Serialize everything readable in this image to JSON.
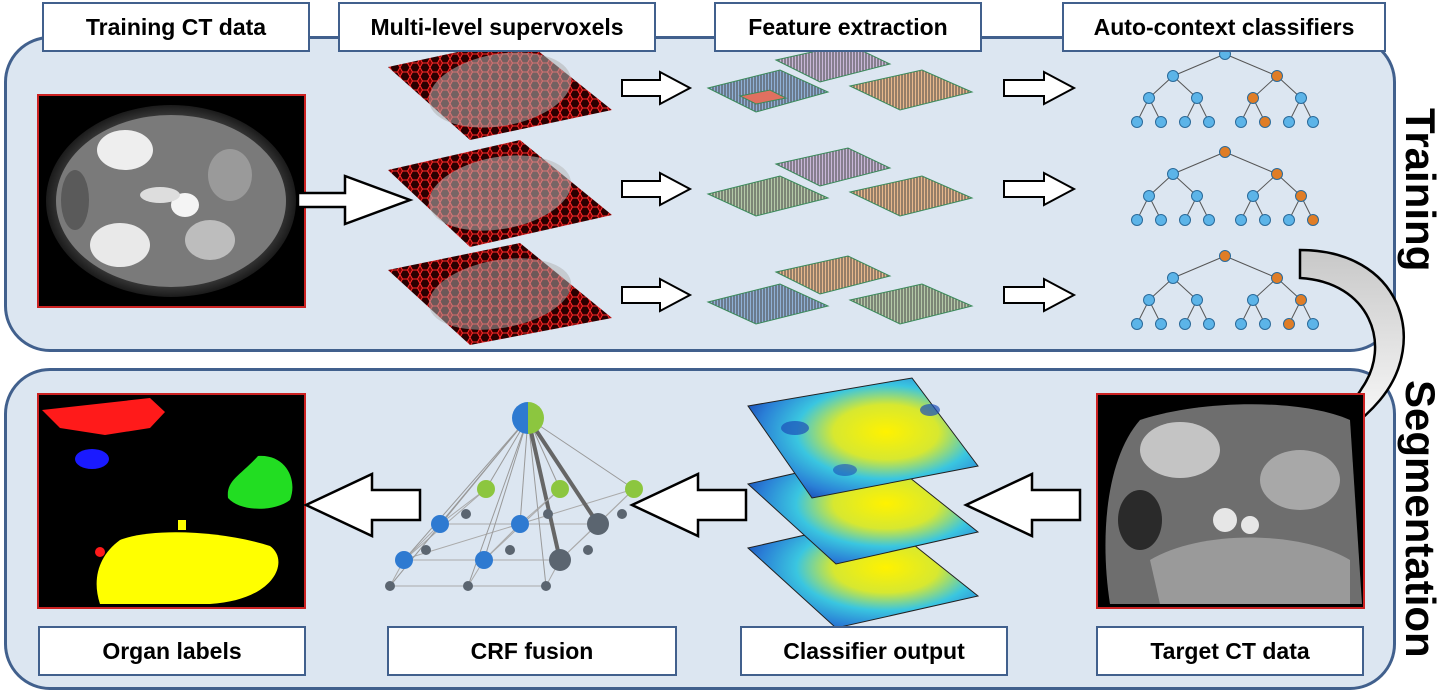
{
  "training": {
    "side_label": "Training",
    "steps": [
      {
        "label": "Training CT data"
      },
      {
        "label": "Multi-level supervoxels"
      },
      {
        "label": "Feature extraction"
      },
      {
        "label": "Auto-context classifiers"
      }
    ]
  },
  "segmentation": {
    "side_label": "Segmentation",
    "steps": [
      {
        "label": "Organ labels"
      },
      {
        "label": "CRF fusion"
      },
      {
        "label": "Classifier output"
      },
      {
        "label": "Target CT data"
      }
    ]
  },
  "colors": {
    "panel_fill": "#dce6f1",
    "panel_border": "#41608d",
    "tree_node_blue": "#5cb4e8",
    "tree_node_orange": "#e07d26",
    "graph_node_blue": "#2e7ad1",
    "graph_node_green": "#8cc63f",
    "graph_node_gray": "#5b6570",
    "organ_red": "#ff1a1a",
    "organ_green": "#22dd22",
    "organ_blue": "#1a1aff",
    "organ_yellow": "#ffff00",
    "image_frame": "#cc2222"
  }
}
